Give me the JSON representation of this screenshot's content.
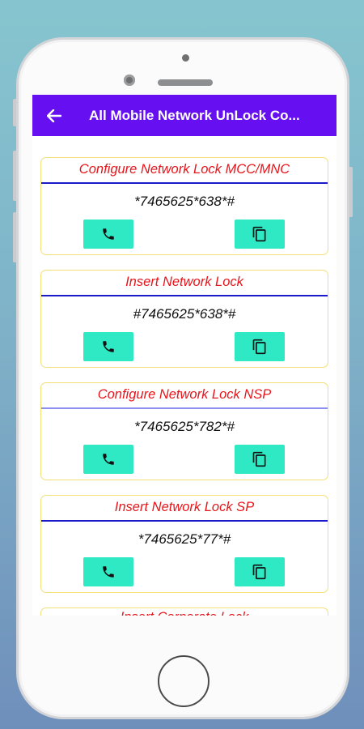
{
  "appbar": {
    "title": "All Mobile Network UnLock Co...",
    "back_icon": "arrow-left-icon"
  },
  "colors": {
    "appbar": "#6610f2",
    "title_red": "#e8151b",
    "button": "#2ee9c4",
    "card_border": "#f3df7a"
  },
  "codes": [
    {
      "title": "Configure Network Lock MCC/MNC",
      "code": "*7465625*638*#"
    },
    {
      "title": "Insert Network Lock",
      "code": "#7465625*638*#"
    },
    {
      "title": "Configure Network Lock NSP",
      "code": "*7465625*782*#"
    },
    {
      "title": "Insert Network Lock SP",
      "code": "*7465625*77*#"
    }
  ],
  "partial_card": {
    "title": "Insert Corporate Lock"
  },
  "icons": {
    "call": "phone-icon",
    "copy": "copy-icon"
  }
}
